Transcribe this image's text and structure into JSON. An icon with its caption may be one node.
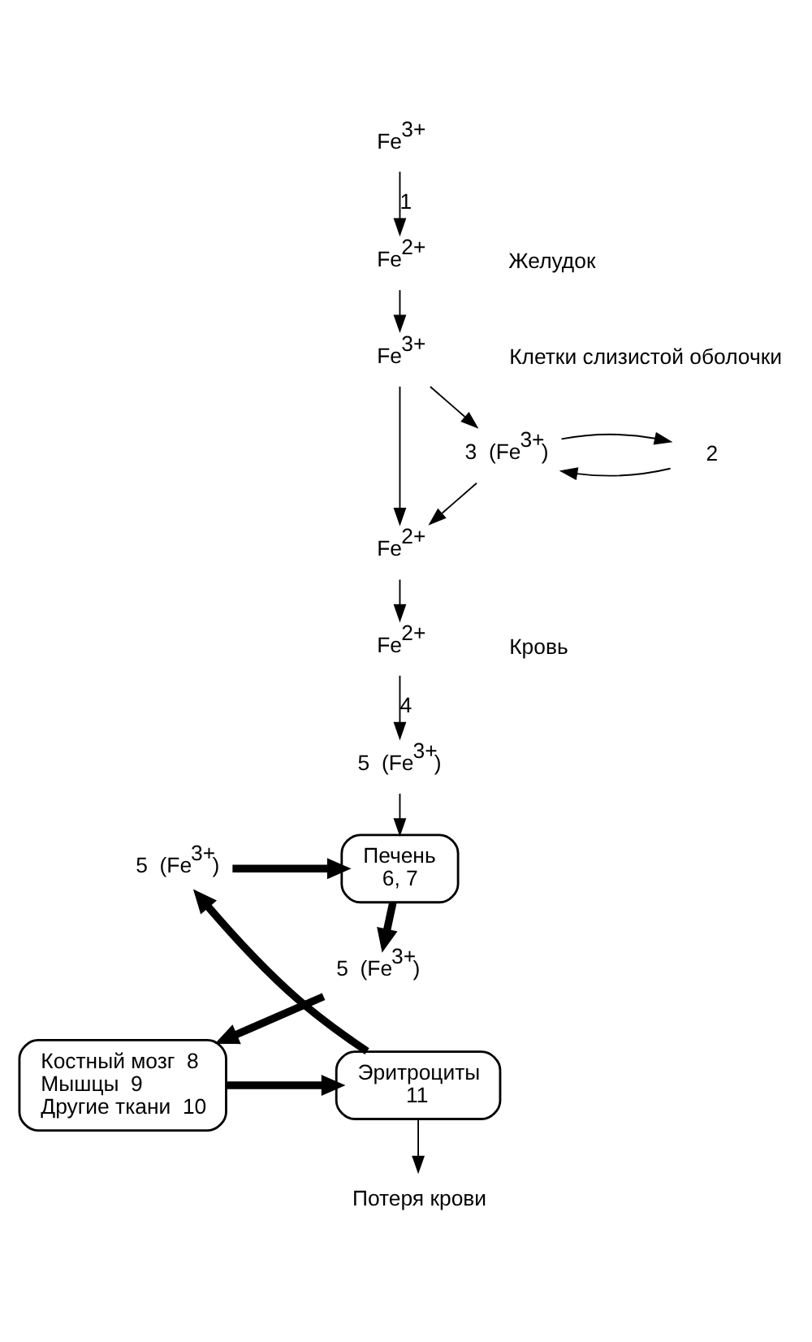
{
  "diagram": {
    "nodes": [
      {
        "text": [
          "Fe$^{3+}$"
        ]
      },
      {
        "text": [
          "Fe$^{2+}$"
        ]
      },
      {
        "text": [
          "Fe$^{3+}$"
        ]
      },
      {
        "text": [
          "3  (Fe$^{3+}$)"
        ]
      },
      {
        "text": [
          "2"
        ]
      },
      {
        "text": [
          "Fe$^{2+}$"
        ]
      },
      {
        "text": [
          "Fe$^{2+}$"
        ]
      },
      {
        "text": [
          "5  (Fe$^{3+}$)"
        ]
      },
      {
        "text": [
          "Печень",
          "6, 7"
        ]
      },
      {
        "text": [
          "5  (Fe$^{3+}$)"
        ]
      },
      {
        "text": [
          "Костный мозг  8",
          "Мышцы  9",
          "Другие ткани  10"
        ]
      },
      {
        "text": [
          "Эритроциты",
          "11"
        ]
      },
      {
        "text": [
          "5  (Fe$^{3+}$)"
        ]
      },
      {
        "text": [
          "Потеря крови"
        ]
      }
    ],
    "edges": [
      {
        "from": 0,
        "to": 1,
        "arrow": "to",
        "label": "1"
      },
      {
        "from": 1,
        "to": 2,
        "arrow": "to"
      },
      {
        "from": 2,
        "to": 3,
        "arrow": "to"
      },
      {
        "from": 4,
        "to": 3,
        "arrow": "to"
      },
      {
        "from": 3,
        "to": 4,
        "arrow": "to"
      },
      {
        "from": 3,
        "to": 5,
        "arrow": "to"
      },
      {
        "from": 2,
        "to": 5,
        "arrow": "to"
      },
      {
        "from": 5,
        "to": 6,
        "arrow": "to"
      },
      {
        "from": 6,
        "to": 7,
        "arrow": "to",
        "label": "4"
      },
      {
        "from": 7,
        "to": 8,
        "arrow": "to"
      },
      {
        "from": 8,
        "to": 9,
        "arrow": "to",
        "style": "thick"
      },
      {
        "from": 9,
        "to": 10,
        "arrow": "to",
        "style": "thick"
      },
      {
        "from": 10,
        "to": 11,
        "arrow": "to",
        "style": "thick"
      },
      {
        "from": 11,
        "to": 12,
        "arrow": "to",
        "style": "thick"
      },
      {
        "from": 12,
        "to": 8,
        "arrow": "to",
        "style": "thick"
      },
      {
        "from": 11,
        "to": 13,
        "arrow": "to"
      }
    ],
    "labels": [
      "Желудок",
      "Клетки слизистой оболочки",
      "Кровь"
    ]
  }
}
